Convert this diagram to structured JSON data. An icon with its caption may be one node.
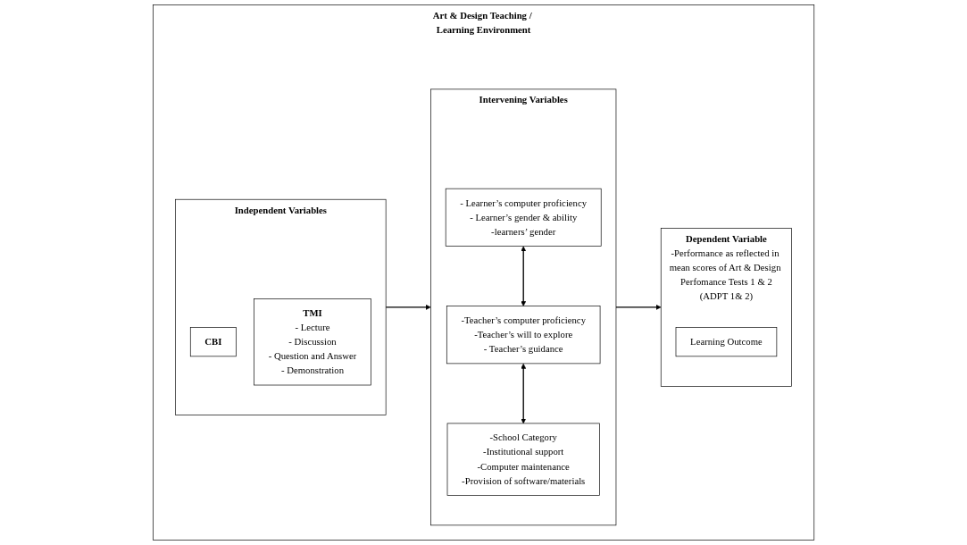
{
  "diagram": {
    "nodes": [
      {
        "text": [
          "Art & Design Teaching / Learning Environment"
        ]
      },
      {
        "text": [
          "Independent Variables"
        ],
        "in": 0
      },
      {
        "text": [
          "CBI"
        ],
        "in": 1
      },
      {
        "text": [
          "TMI",
          "- Lecture",
          "- Discussion",
          "- Question and Answer",
          "- Demonstration"
        ],
        "in": 1
      },
      {
        "text": [
          "Intervening Variables"
        ],
        "in": 0
      },
      {
        "text": [
          "- Learner’s computer proficiency",
          "- Learner’s gender & ability",
          "-learners’ gender"
        ],
        "in": 4
      },
      {
        "text": [
          "-Teacher’s computer proficiency",
          "-Teacher’s will to explore",
          "- Teacher’s guidance"
        ],
        "in": 4
      },
      {
        "text": [
          "-School Category",
          "-Institutional support",
          "-Computer maintenance",
          "-Provision of software/materials"
        ],
        "in": 4
      },
      {
        "text": [
          "Dependent Variable",
          "-Performance as reflected in mean scores of Art & Design Perfomance Tests 1 & 2",
          "(ADPT 1& 2)"
        ],
        "in": 0
      },
      {
        "text": [
          "Learning Outcome"
        ],
        "in": 8
      }
    ],
    "edges": [
      {
        "from": 1,
        "to": 4,
        "arrow": "to"
      },
      {
        "from": 5,
        "to": 6,
        "arrow": "both"
      },
      {
        "from": 6,
        "to": 7,
        "arrow": "both"
      },
      {
        "from": 4,
        "to": 8,
        "arrow": "to"
      }
    ]
  }
}
